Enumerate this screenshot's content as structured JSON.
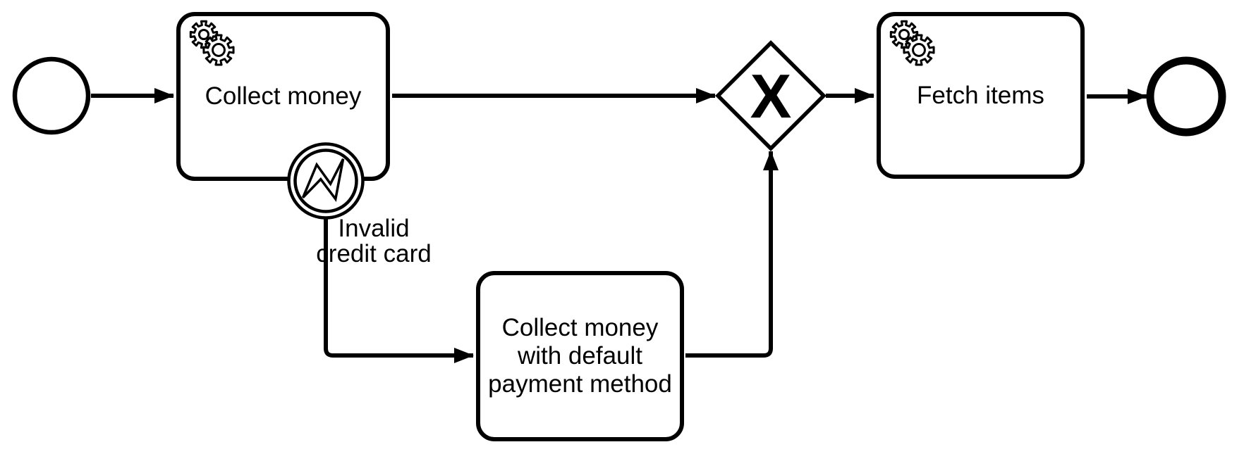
{
  "colors": {
    "background": "#ffffff",
    "stroke": "#000000",
    "shape_fill": "#ffffff"
  },
  "process": {
    "start_event": {
      "kind": "start event"
    },
    "tasks": {
      "collect_money": {
        "label": "Collect money",
        "icon": "service-gears-icon"
      },
      "collect_money_default": {
        "label": "Collect money\nwith default\npayment method"
      },
      "fetch_items": {
        "label": "Fetch items",
        "icon": "service-gears-icon"
      }
    },
    "boundary_error_event": {
      "label": "Invalid\ncredit card",
      "icon": "error-lightning-icon"
    },
    "exclusive_gateway": {
      "marker": "X"
    },
    "end_event": {
      "kind": "end event"
    }
  }
}
